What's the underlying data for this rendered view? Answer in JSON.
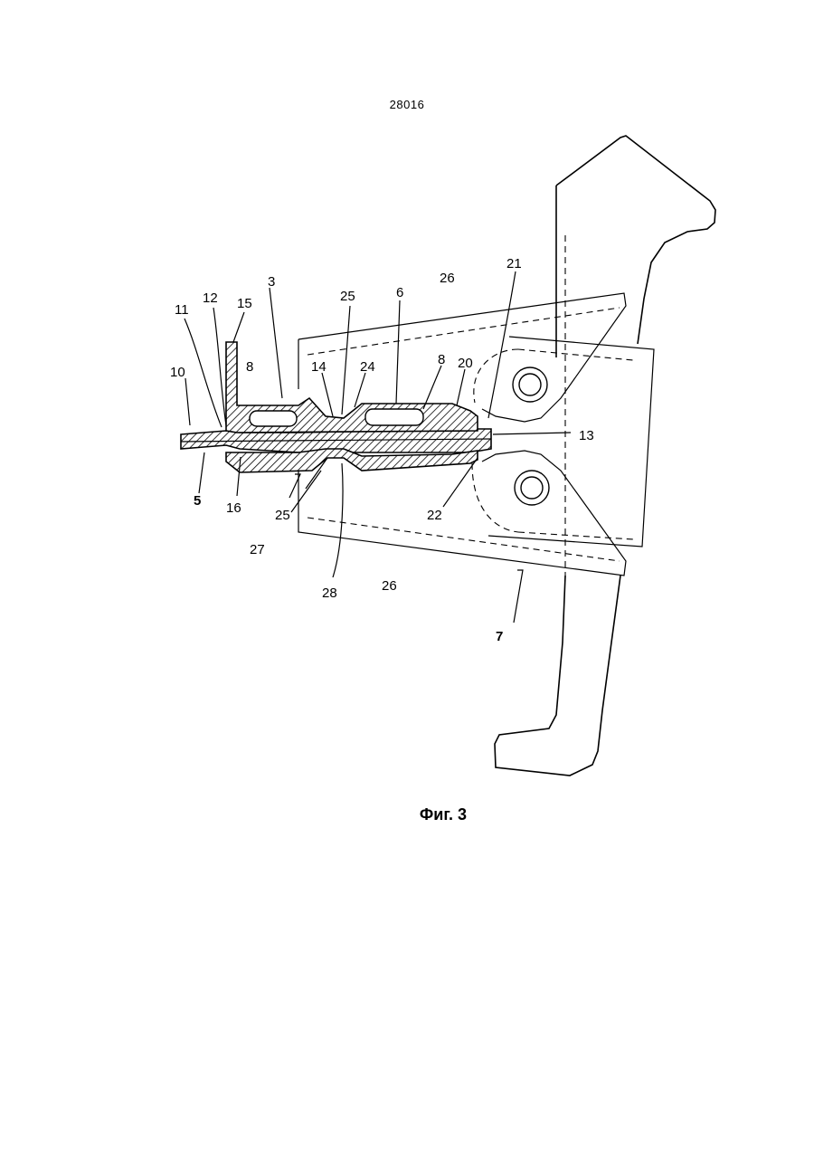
{
  "page": {
    "number": "28016"
  },
  "figure": {
    "caption": "Фиг. 3",
    "labels": {
      "l10": "10",
      "l11": "11",
      "l12": "12",
      "l15": "15",
      "l3": "3",
      "l8a": "8",
      "l14": "14",
      "l25a": "25",
      "l24": "24",
      "l6": "6",
      "l8b": "8",
      "l26a": "26",
      "l21": "21",
      "l20": "20",
      "l13": "13",
      "l5": "5",
      "l16": "16",
      "l25b": "25",
      "l27": "27",
      "l28": "28",
      "l26b": "26",
      "l22": "22",
      "l7": "7"
    }
  }
}
